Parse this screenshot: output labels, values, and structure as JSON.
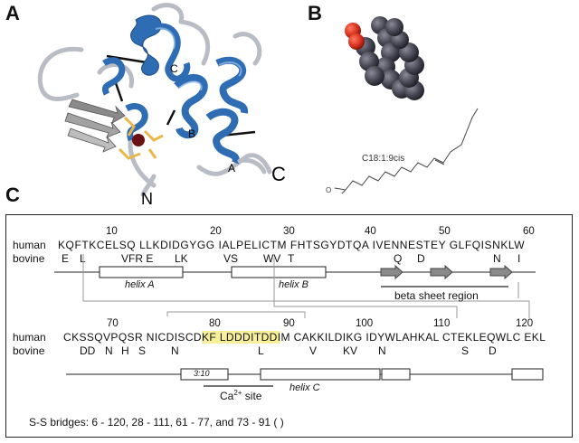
{
  "panels": {
    "a": "A",
    "b": "B",
    "c": "C"
  },
  "panel_a": {
    "helix_labels": {
      "a": "A",
      "b": "B",
      "c": "C"
    },
    "terminus_n": "N",
    "terminus_c": "C"
  },
  "panel_b": {
    "lipid_label": "C18:1:9cis"
  },
  "panel_c": {
    "row_labels": {
      "human": "human",
      "bovine": "bovine"
    },
    "row1": {
      "numbers": [
        "10",
        "20",
        "30",
        "40",
        "50",
        "60"
      ],
      "human": "KQFTKCELSQ LLKDIDGYGG IALPELICTM FHTSGYDTQA IVENNESTEY GLFQISNKLW",
      "bovine": [
        "E",
        "L",
        "VFR E",
        "LK",
        "VS",
        "WV",
        "T",
        "Q",
        "D",
        "N",
        "I"
      ]
    },
    "row2": {
      "numbers": [
        "70",
        "80",
        "90",
        "100",
        "110",
        "120"
      ],
      "human_pre": "CKSSQVPQSR NICDISCD",
      "human_hl": "KF LDDDITDDI",
      "human_post": "M CAKKILDIKG IDYWLAHKAL CTEKLEQWLC EKL",
      "bovine": [
        "DD",
        "N",
        "H",
        "S",
        "N",
        "L",
        "V",
        "KV",
        "N",
        "S",
        "D"
      ]
    },
    "annotations": {
      "helix_a": "helix A",
      "helix_b": "helix B",
      "helix_c": "helix C",
      "beta_region": "beta sheet region",
      "three_ten": "3:10",
      "ca_site_prefix": "Ca",
      "ca_site_sup": "2+",
      "ca_site_suffix": " site"
    },
    "ss_bridges": "S-S bridges:  6 - 120, 28 - 111, 61 - 77, and 73 - 91 ( )"
  },
  "colors": {
    "helix_blue": "#2e6db4",
    "strand_gray": "#8a8a8a",
    "highlight": "#f7ef9a",
    "sphere": "#4a4a55",
    "oxygen": "#d9311f"
  }
}
